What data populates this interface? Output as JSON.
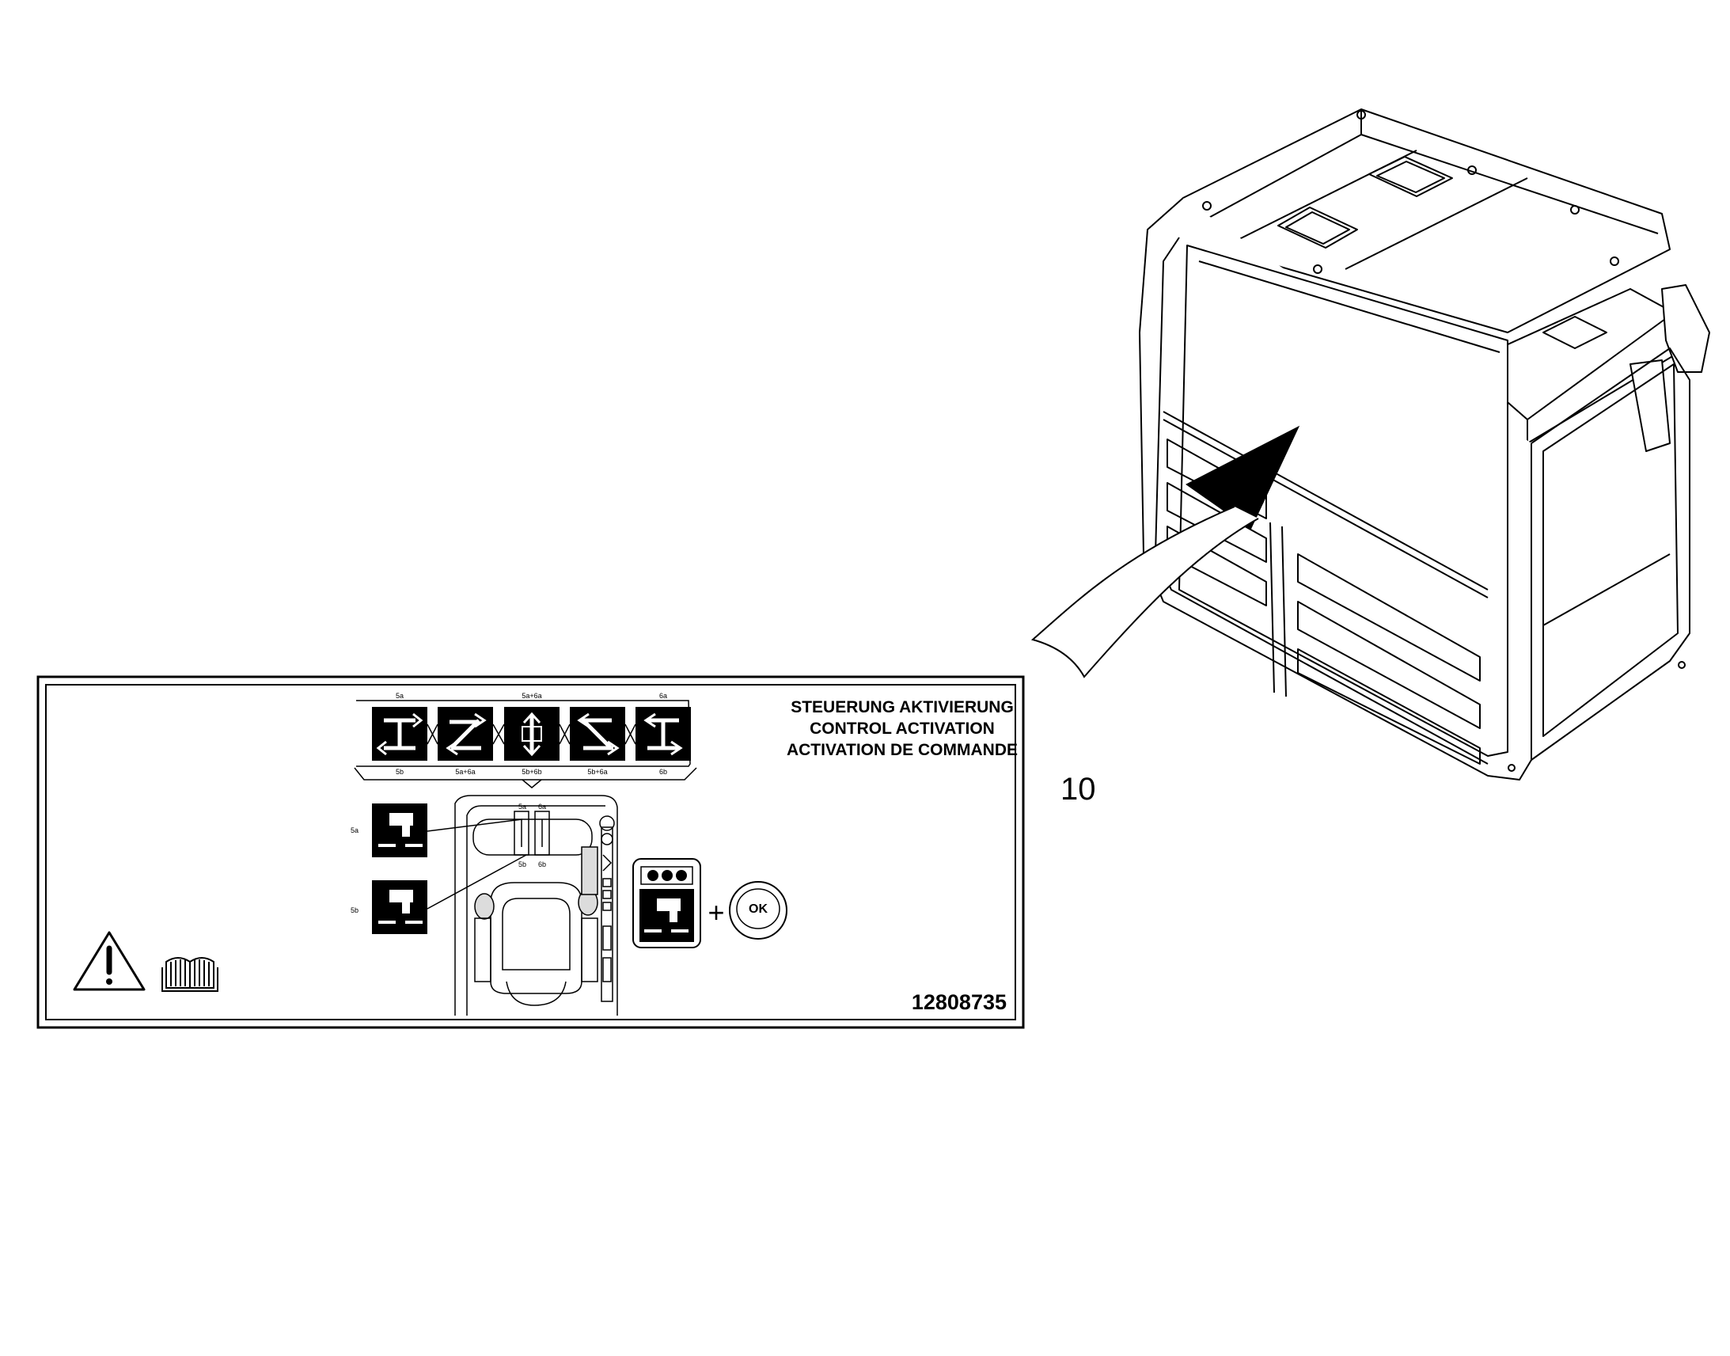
{
  "callout": {
    "number": "10"
  },
  "decal": {
    "title_lines": [
      "STEUERUNG AKTIVIERUNG",
      "CONTROL ACTIVATION",
      "ACTIVATION DE COMMANDE"
    ],
    "part_number": "12808735",
    "top_labels": [
      "5a",
      "5a+6a",
      "6a"
    ],
    "bottom_labels": [
      "5b",
      "5a+6a",
      "5b+6b",
      "5b+6a",
      "6b"
    ],
    "side_labels": [
      "5a",
      "5b"
    ],
    "console_labels": [
      "5a",
      "6a",
      "5b",
      "6b"
    ],
    "ok_label": "OK",
    "plus": "+"
  },
  "colors": {
    "ink": "#000000",
    "paper": "#ffffff",
    "shade": "#dcdcdc"
  },
  "icons": [
    "warning-triangle-icon",
    "manual-book-icon",
    "joystick-mode-icon",
    "ok-button-icon",
    "arrow-pointer-icon"
  ]
}
